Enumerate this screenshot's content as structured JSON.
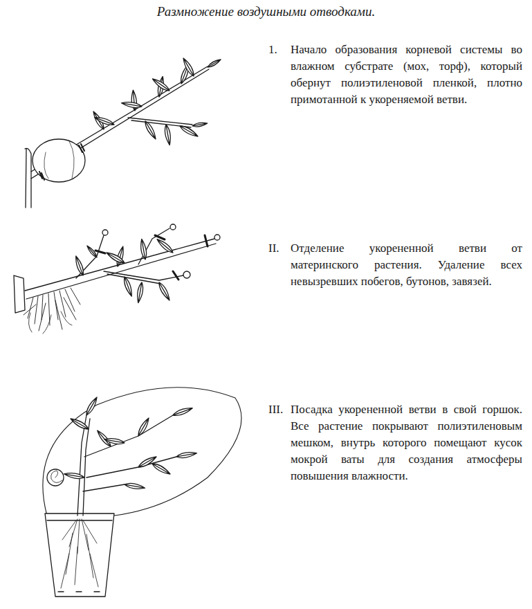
{
  "diagram": {
    "title": "Размножение воздушными отводками.",
    "labels": [
      "1.",
      "Начало образования корневой системы во влажном субстрате (мох, торф), который обернут полиэтиленовой пленкой, плотно примотанной к укореняемой ветви.",
      "II.",
      "Отделение укорененной ветви от материнского растения. Удаление всех невызревших побегов, бутонов, завязей.",
      "III.",
      "Посадка укорененной ветви в свой горшок. Все растение покрывают полиэтиленовым мешком, внутрь которого помещают кусок мокрой ваты для создания атмосферы повышения влажности."
    ]
  }
}
